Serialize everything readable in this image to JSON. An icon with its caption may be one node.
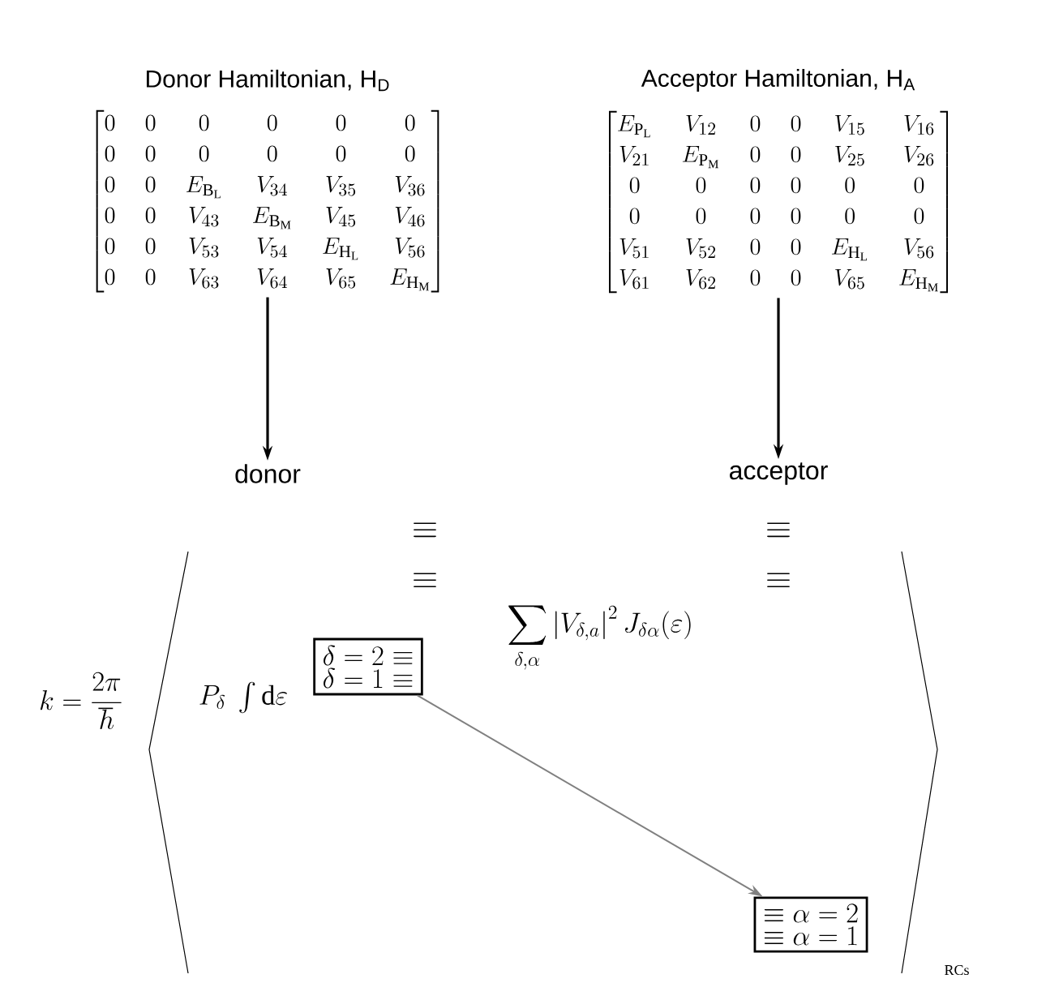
{
  "diagram": {
    "nodes": [
      {
        "text": [
          "Donor Hamiltonian, H$_{D}$",
          "\\begin{bmatrix} 0&0&0&0&0&0\\\\ 0&0&0&0&0&0\\\\ 0&0&E_{\\mathrm{B_L}}&V_{34}&V_{35}&V_{36}\\\\ 0&0&V_{43}&E_{\\mathrm{B_M}}&V_{45}&V_{46}\\\\ 0&0&V_{53}&V_{54}&E_{\\mathrm{H_L}}&V_{56}\\\\ 0&0&V_{63}&V_{64}&V_{65}&E_{\\mathrm{H_M}} \\end{bmatrix}"
        ]
      },
      {
        "text": [
          "Acceptor Hamiltonian, H$_{A}$",
          "\\begin{bmatrix} E_{\\mathrm{P_L}}&V_{12}&0&0&V_{15}&V_{16}\\\\ V_{21}&E_{\\mathrm{P_M}}&0&0&V_{25}&V_{26}\\\\ 0&0&0&0&0&0\\\\ 0&0&0&0&0&0\\\\ V_{51}&V_{52}&0&0&E_{\\mathrm{H_L}}&V_{56}\\\\ V_{61}&V_{62}&0&0&V_{65}&E_{\\mathrm{H_M}} \\end{bmatrix}"
        ]
      },
      {
        "text": [
          "donor"
        ]
      },
      {
        "text": [
          "acceptor"
        ]
      },
      {
        "text": [
          "\\delta = 2 \\equiv",
          "\\delta = 1 \\equiv"
        ]
      },
      {
        "text": [
          "\\equiv \\alpha = 2",
          "\\equiv \\alpha = 1"
        ]
      }
    ],
    "edges": [
      {
        "from": 0,
        "to": 2,
        "arrow": "to"
      },
      {
        "from": 1,
        "to": 3,
        "arrow": "to"
      },
      {
        "from": 4,
        "to": 5,
        "arrow": "to",
        "color": "#808080"
      }
    ],
    "labels": [
      "\\equiv",
      "\\equiv",
      "\\equiv",
      "\\equiv",
      "\\sum_{\\delta,\\alpha} \\left|V_{\\delta,a}\\right|^{2} J_{\\delta\\alpha}(\\varepsilon)",
      "k = \\frac{2\\pi}{\\hbar}",
      "P_{\\delta}\\ \\int \\mathrm{d}\\varepsilon",
      "RCs"
    ]
  }
}
